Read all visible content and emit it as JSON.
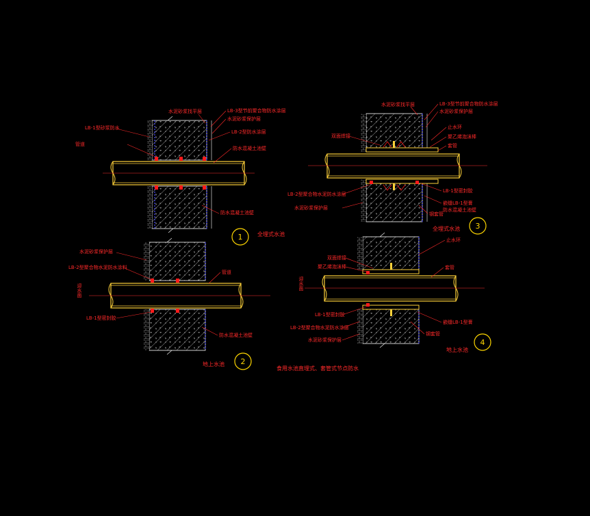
{
  "colors": {
    "background": "#000000",
    "label": "#ff2a2a",
    "pipe": "#ffd23a",
    "wall_edge": "#ffffff",
    "hatch": "#7a7a7a",
    "membrane": "#4444ff",
    "sealant": "#ff1a1a",
    "callout_circle": "#ffd700"
  },
  "drawing_title": "食用水池直埋式、套管式节点防水",
  "details": {
    "d1": {
      "number": "1",
      "caption": "全埋式水池",
      "labels": [
        "水泥砂浆找平层",
        "LB-3型节前聚合物防水涂层",
        "水泥砂浆保护层",
        "LB-1型砂浆防水",
        "LB-2型防水涂层",
        "管道",
        "防水混凝土池壁"
      ]
    },
    "d2": {
      "number": "2",
      "caption": "地上水池",
      "side_label": "迎水面",
      "labels": [
        "水泥砂浆保护层",
        "LB-2型聚合物水泥防水涂料",
        "管道",
        "LB-1型密封胶",
        "防水混凝土池壁"
      ]
    },
    "d3": {
      "number": "3",
      "caption": "全埋式水池",
      "labels": [
        "水泥砂浆找平层",
        "LB-3型节前聚合物防水涂层",
        "水泥砂浆保护层",
        "止水环",
        "聚乙烯泡沫棒",
        "套管",
        "双面焊接",
        "LB-1型密封胶",
        "LB-2型聚合物水泥防水涂层",
        "水泥砂浆保护层",
        "钢套管",
        "防水混凝土池壁",
        "嵌缝LB-1型膏"
      ]
    },
    "d4": {
      "number": "4",
      "caption": "地上水池",
      "side_label": "迎水面",
      "labels": [
        "止水环",
        "双面焊接",
        "聚乙烯泡沫棒",
        "套管",
        "LB-1型密封胶",
        "LB-2型聚合物水泥防水涂层",
        "水泥砂浆保护层",
        "钢套管",
        "嵌缝LB-1型膏"
      ]
    }
  }
}
